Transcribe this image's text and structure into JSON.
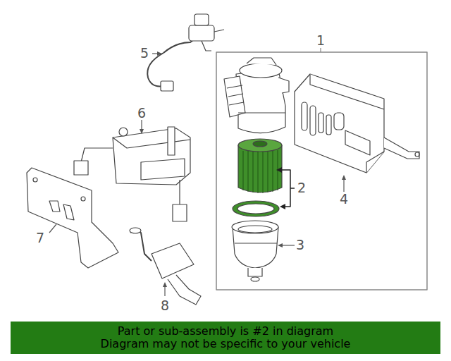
{
  "diagram": {
    "nodes": [
      {
        "text": [
          "Part or sub-assembly is #2 in diagram",
          "Diagram may not be specific to your vehicle"
        ]
      }
    ],
    "labels": [
      "1",
      "2",
      "3",
      "4",
      "5",
      "6",
      "7",
      "8"
    ]
  }
}
